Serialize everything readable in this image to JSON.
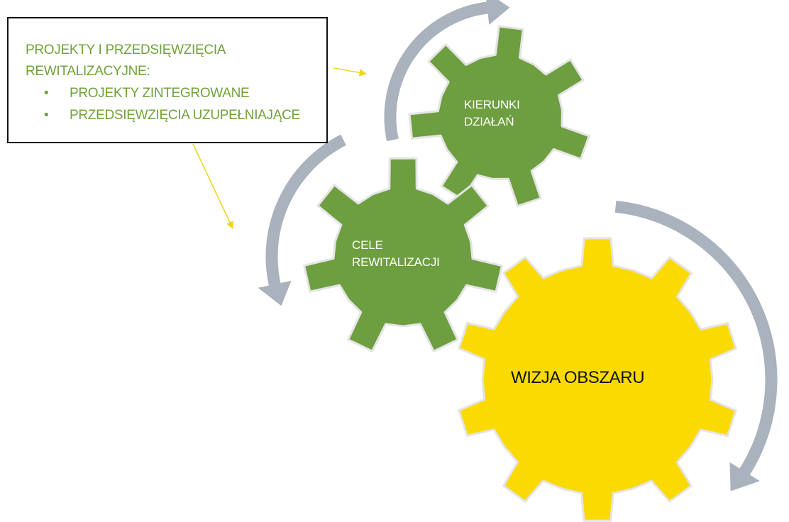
{
  "info_box": {
    "title": "PROJEKTY I PRZEDSIĘWZIĘCIA REWITALIZACYJNE:",
    "items": [
      "PROJEKTY ZINTEGROWANE",
      "PRZEDSIĘWZIĘCIA UZUPEŁNIAJĄCE"
    ],
    "bullet": "•"
  },
  "gears": {
    "kierunki": "KIERUNKI DZIAŁAŃ",
    "cele": "CELE REWITALIZACJI",
    "wizja": "WIZJA OBSZARU"
  },
  "colors": {
    "green_gear": "#6d9e3f",
    "yellow_gear": "#fada00",
    "gear_outline": "#e4e4e4",
    "arrow": "#a9b2bd",
    "connector": "#f3d41c",
    "box_text": "#70a23b",
    "box_border": "#111111",
    "gear_text_light": "#ffffff",
    "gear_text_dark": "#111111"
  }
}
